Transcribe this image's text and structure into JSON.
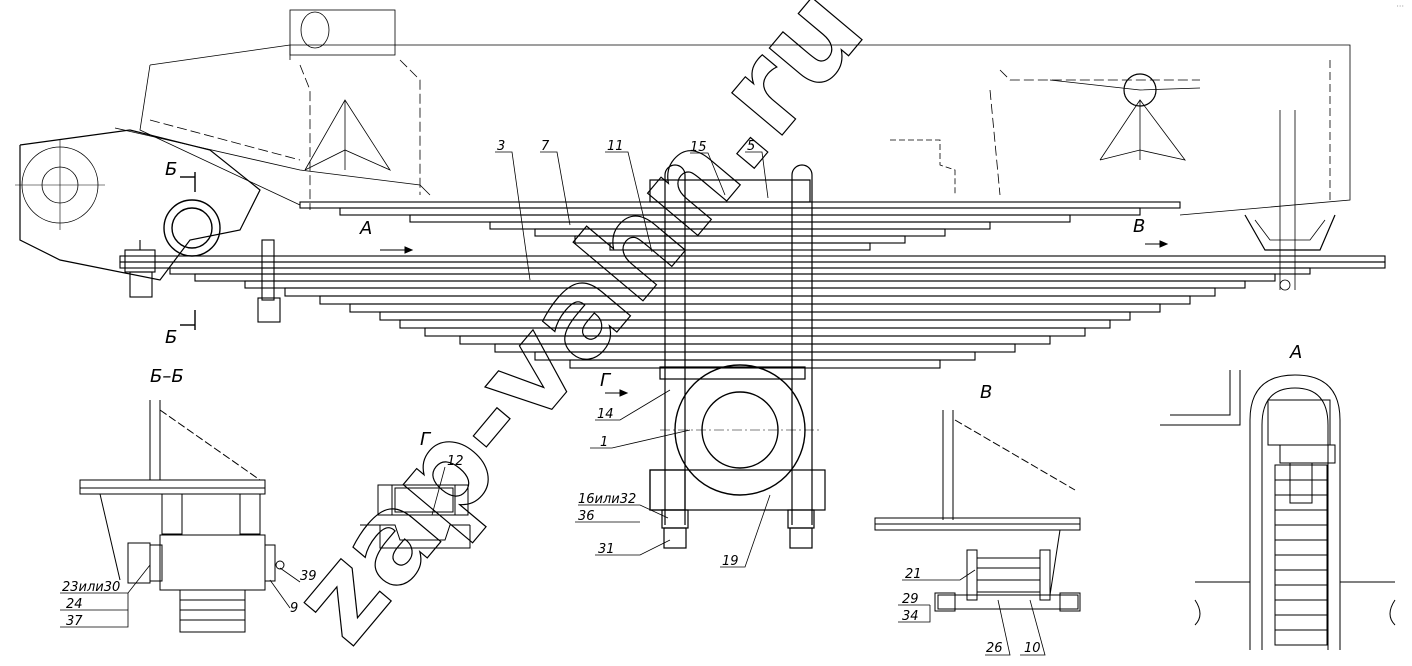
{
  "corner_mark": "···",
  "watermark": "zap-vahn.ru",
  "view_marks": {
    "a_left": "А",
    "b_right": "В",
    "b_cut_top": "Б",
    "b_cut_bottom": "Б",
    "g_arrow": "Г"
  },
  "section_titles": {
    "bb": "Б–Б",
    "g": "Г",
    "v": "В",
    "a": "А"
  },
  "callouts": {
    "c3": "3",
    "c7": "7",
    "c11": "11",
    "c15": "15",
    "c5": "5",
    "c14": "14",
    "c1": "1",
    "c16": "16или32",
    "c36": "36",
    "c31": "31",
    "c19": "19",
    "c12": "12",
    "c23": "23или30",
    "c24": "24",
    "c37": "37",
    "c39": "39",
    "c9": "9",
    "c21": "21",
    "c29": "29",
    "c34": "34",
    "c26": "26",
    "c10": "10"
  }
}
